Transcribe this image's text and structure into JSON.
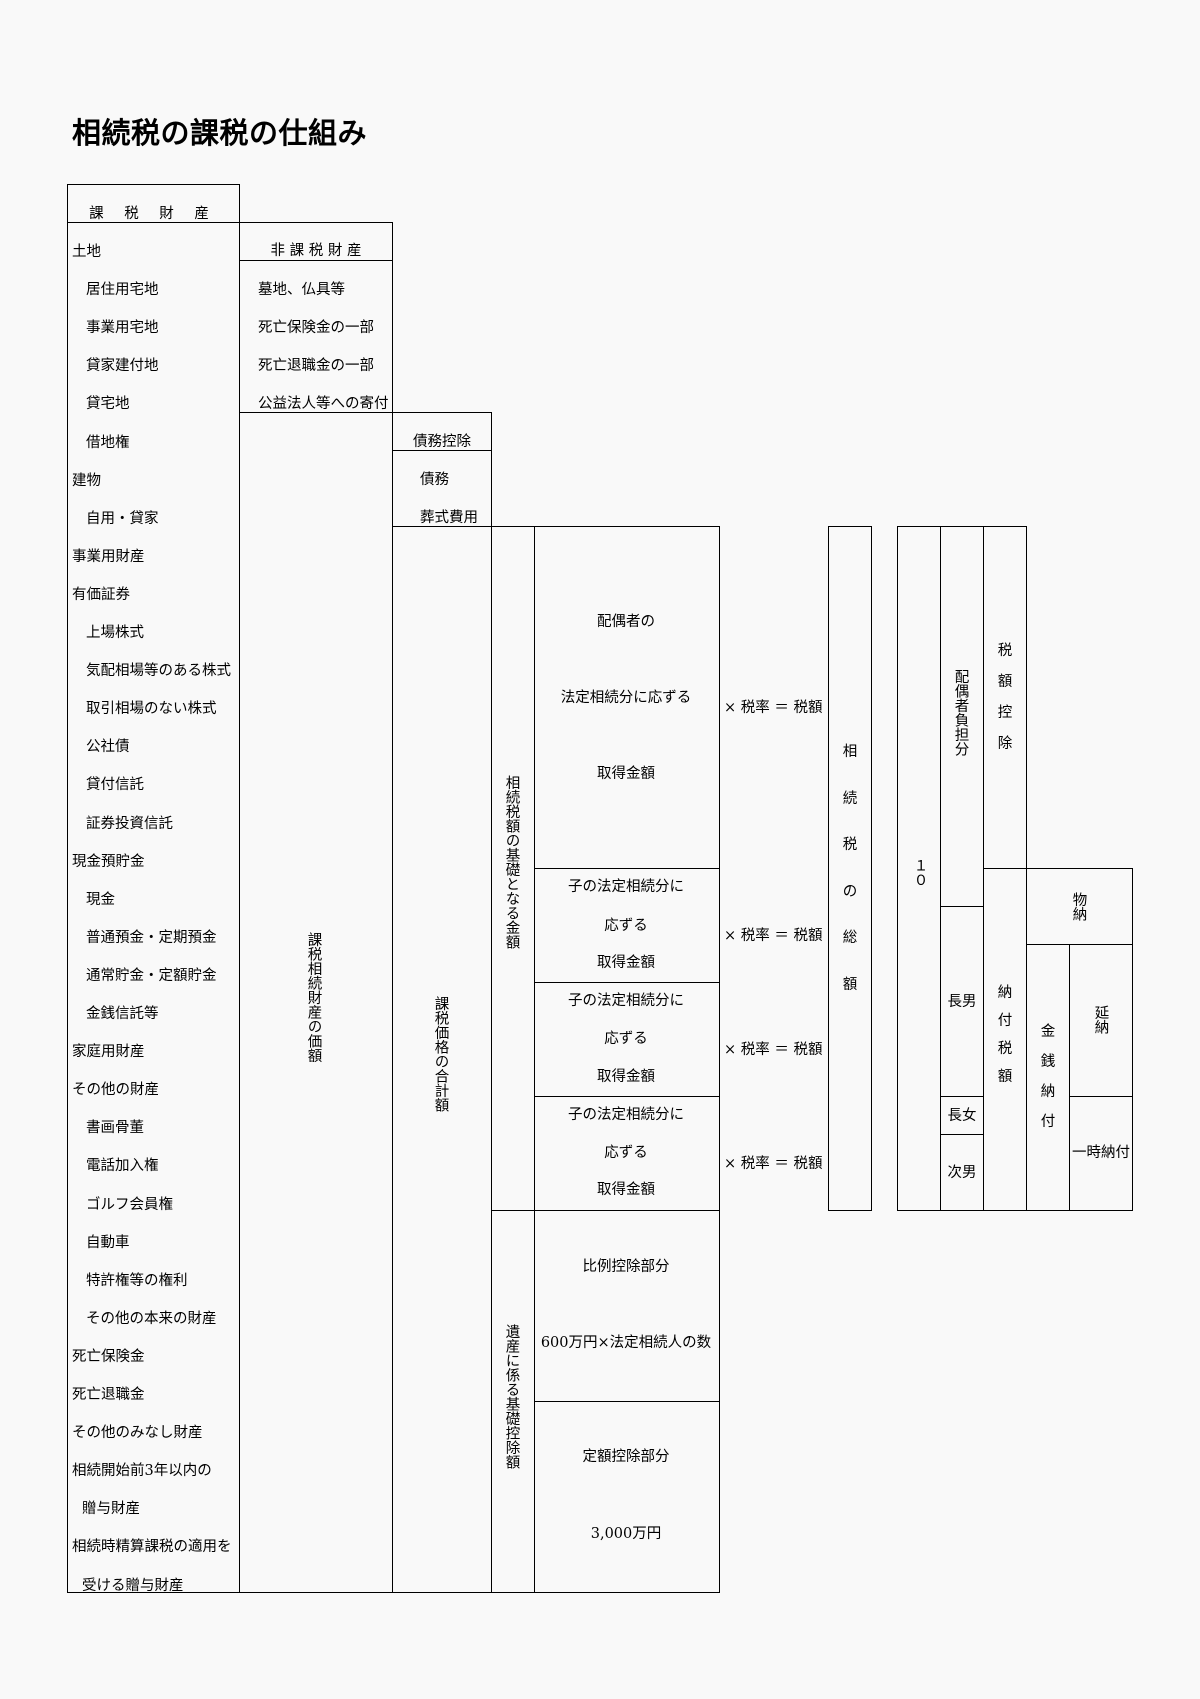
{
  "title": "相続税の課税の仕組み",
  "taxable_property": {
    "header": "課 税 財 産",
    "items": [
      "土地",
      "居住用宅地",
      "事業用宅地",
      "貸家建付地",
      "貸宅地",
      "借地権",
      "建物",
      "自用・貸家",
      "事業用財産",
      "有価証券",
      "上場株式",
      "気配相場等のある株式",
      "取引相場のない株式",
      "公社債",
      "貸付信託",
      "証券投資信託",
      "現金預貯金",
      "現金",
      "普通預金・定期預金",
      "通常貯金・定額貯金",
      "金銭信託等",
      "家庭用財産",
      "その他の財産",
      "書画骨董",
      "電話加入権",
      "ゴルフ会員権",
      "自動車",
      "特許権等の権利",
      "その他の本来の財産",
      "死亡保険金",
      "死亡退職金",
      "その他のみなし財産",
      "相続開始前3年以内の",
      "贈与財産",
      "相続時精算課税の適用を",
      "受ける贈与財産"
    ]
  },
  "non_taxable": {
    "header": "非 課 税 財 産",
    "items": [
      "墓地、仏具等",
      "死亡保険金の一部",
      "死亡退職金の一部",
      "公益法人等への寄付"
    ]
  },
  "taxable_value_label": "課税相続財産の価額",
  "debt_deduction": {
    "header": "債務控除",
    "items": [
      "債務",
      "葬式費用"
    ]
  },
  "total_value_label": "課税価格の合計額",
  "base_amount_label": "相続税額の基礎となる金額",
  "basic_deduction_label": "遺産に係る基礎控除額",
  "spouse_share": [
    "配偶者の",
    "法定相続分に応ずる",
    "取得金額"
  ],
  "child_share": [
    "子の法定相続分に",
    "応ずる",
    "取得金額"
  ],
  "formula": "× 税率 ＝ 税額",
  "proportional_deduction": [
    "比例控除部分",
    "600万円×法定相続人の数"
  ],
  "fixed_deduction": [
    "定額控除部分",
    "3,000万円"
  ],
  "total_tax_label": "相続税の総額",
  "ten": "１０",
  "spouse_burden_label": "配偶者負担分",
  "tax_credit_label": "税額控除",
  "payable_tax_label": "納付税額",
  "heirs": [
    "長男",
    "長女",
    "次男"
  ],
  "in_kind": "物納",
  "cash_payment": "金銭納付",
  "installment": "延納",
  "lump_sum": "一時納付"
}
